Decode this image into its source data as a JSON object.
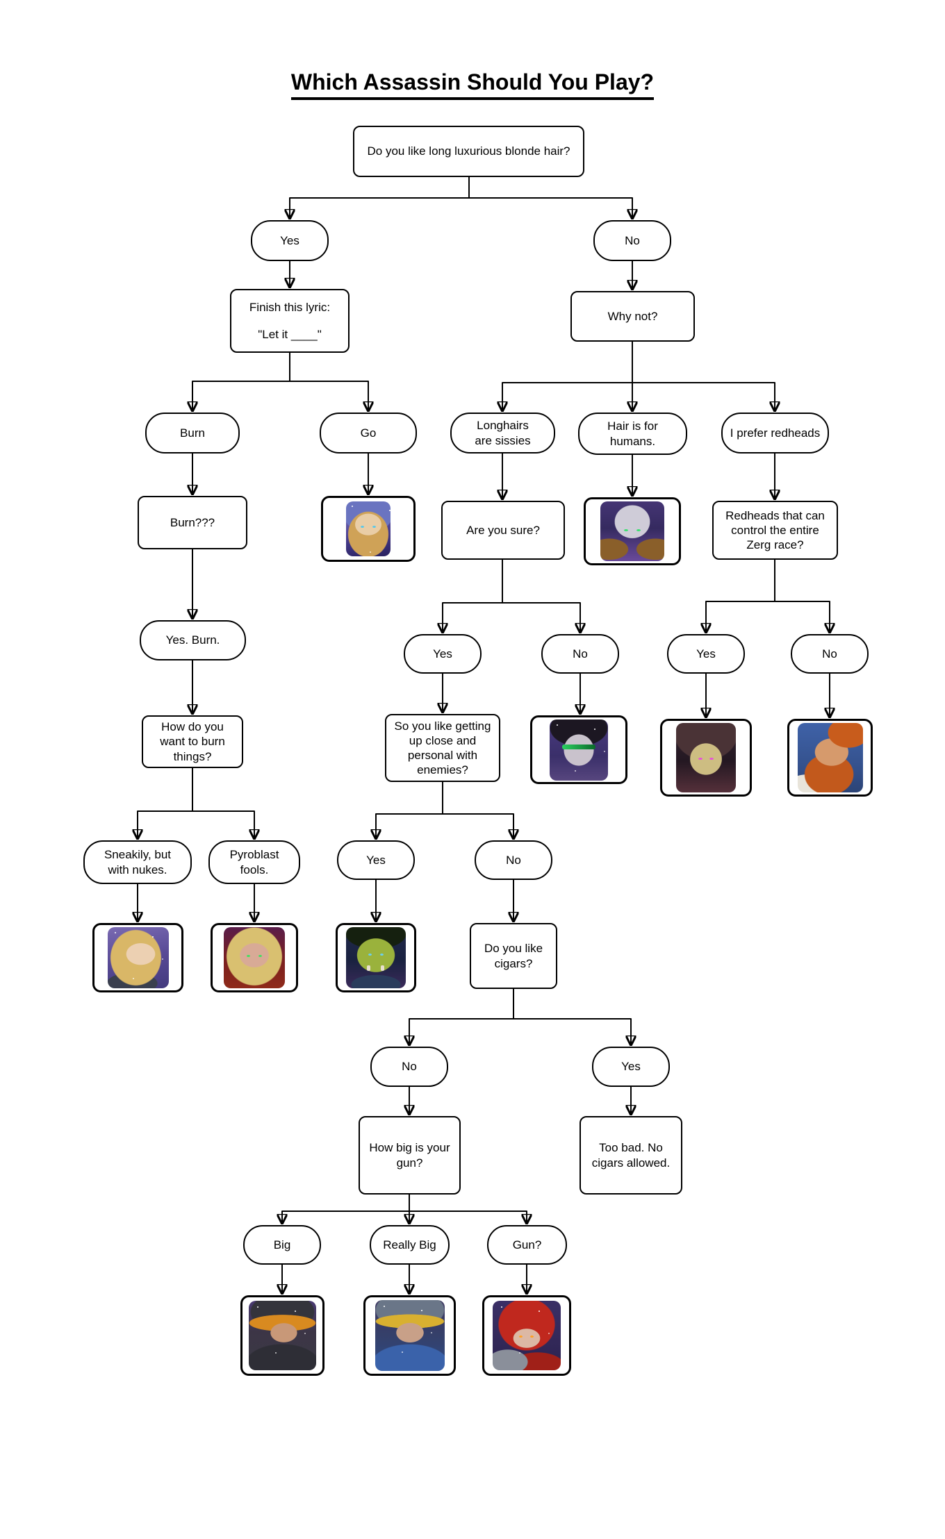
{
  "title": "Which Assassin Should You Play?",
  "nodes": {
    "q_blonde_hair": "Do you like long luxurious blonde hair?",
    "yes_blonde": "Yes",
    "no_blonde": "No",
    "finish_lyric_1": "Finish this lyric:",
    "finish_lyric_2": "\"Let it ____\"",
    "why_not": "Why not?",
    "burn": "Burn",
    "go": "Go",
    "longhairs_1": "Longhairs",
    "longhairs_2": "are sissies",
    "hair_humans_1": "Hair is for",
    "hair_humans_2": "humans.",
    "prefer_redheads": "I prefer redheads",
    "burn_qqq": "Burn???",
    "are_you_sure": "Are you sure?",
    "redheads_zerg": "Redheads that can control the entire Zerg race?",
    "yes_burn": "Yes. Burn.",
    "sure_yes": "Yes",
    "sure_no": "No",
    "zerg_yes": "Yes",
    "zerg_no": "No",
    "how_burn": "How do you want to burn things?",
    "up_close": "So you like getting up close and personal with enemies?",
    "sneakily_1": "Sneakily, but",
    "sneakily_2": "with nukes.",
    "pyroblast_1": "Pyroblast",
    "pyroblast_2": "fools.",
    "close_yes": "Yes",
    "close_no": "No",
    "cigars": "Do you like cigars?",
    "cigars_no": "No",
    "cigars_yes": "Yes",
    "how_big_gun": "How big is your gun?",
    "too_bad": "Too bad. No cigars allowed.",
    "big": "Big",
    "really_big": "Really Big",
    "gun": "Gun?"
  },
  "portraits": {
    "go_result": {
      "icon": "jaina-portrait"
    },
    "hair_humans_result": {
      "icon": "zeratul-portrait"
    },
    "sure_no_result": {
      "icon": "illidan-portrait"
    },
    "zerg_yes_result": {
      "icon": "kerrigan-portrait"
    },
    "zerg_no_result": {
      "icon": "falstad-portrait"
    },
    "sneakily_result": {
      "icon": "nova-portrait"
    },
    "pyroblast_result": {
      "icon": "kaelthas-portrait"
    },
    "close_yes_result": {
      "icon": "thrall-portrait"
    },
    "big_result": {
      "icon": "raynor-portrait"
    },
    "really_big_result": {
      "icon": "tychus-portrait"
    },
    "gun_result": {
      "icon": "valla-portrait"
    }
  },
  "colors": {
    "page_bg": "#ffffff",
    "node_fill": "#ffffff",
    "node_border": "#000000",
    "connector": "#000000",
    "text": "#000000"
  }
}
